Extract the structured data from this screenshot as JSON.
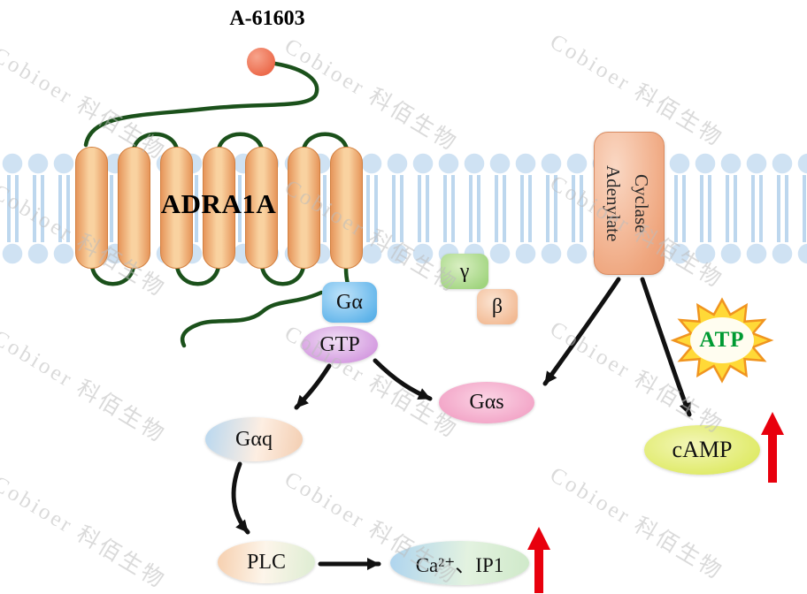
{
  "watermark": {
    "text": "Cobioer 科佰生物"
  },
  "ligand": {
    "label": "A-61603"
  },
  "receptor": {
    "label": "ADRA1A"
  },
  "adenylate_cyclase": {
    "line1": "Adenylate",
    "line2": "Cyclase"
  },
  "g_protein": {
    "g_alpha": "Gα",
    "gtp": "GTP",
    "gamma": "γ",
    "beta": "β",
    "g_alpha_s": "Gαs",
    "g_alpha_q": "Gαq"
  },
  "molecules": {
    "atp": "ATP",
    "camp": "cAMP",
    "plc": "PLC",
    "ca_ip1": "Ca²⁺、IP1"
  },
  "colors": {
    "membrane_head": "#cfe2f3",
    "membrane_tail": "#bdd7ee",
    "helix_fill": "#f5b97d",
    "loop_green": "#1b511b",
    "ligand_red": "#ec6a4b",
    "arrow_black": "#111111",
    "arrow_red": "#e8000d",
    "atp_text_green": "#009a32",
    "atp_star_yellow": "#ffd937",
    "watermark_gray": "#bdbdbd"
  }
}
